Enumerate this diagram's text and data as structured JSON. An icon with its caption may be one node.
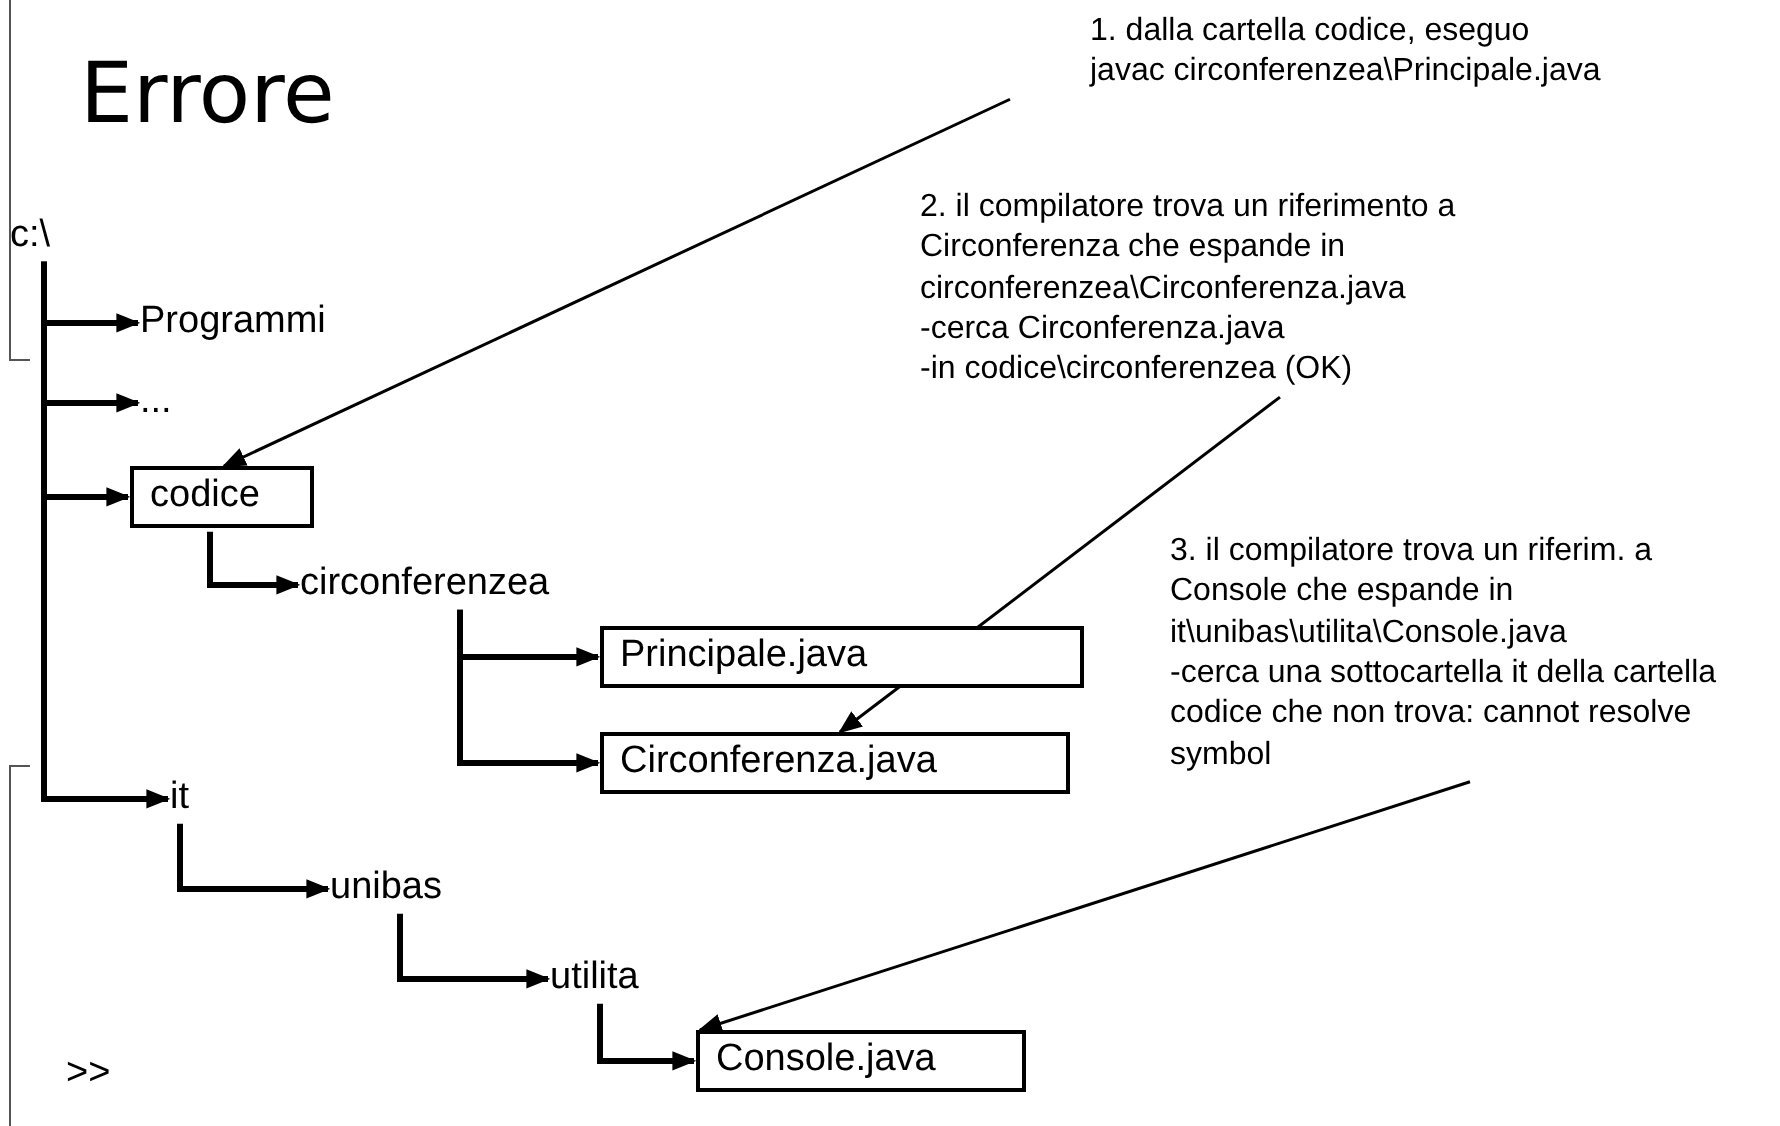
{
  "diagram": {
    "title": "Errore",
    "nodes": [
      {
        "text": [
          "c:\\"
        ]
      },
      {
        "text": [
          "Programmi"
        ]
      },
      {
        "text": [
          "..."
        ]
      },
      {
        "text": [
          "codice"
        ]
      },
      {
        "text": [
          "circonferenzea"
        ]
      },
      {
        "text": [
          "Principale.java"
        ]
      },
      {
        "text": [
          "Circonferenza.java"
        ]
      },
      {
        "text": [
          "it"
        ]
      },
      {
        "text": [
          "unibas"
        ]
      },
      {
        "text": [
          "utilita"
        ]
      },
      {
        "text": [
          "Console.java"
        ]
      },
      {
        "text": [
          "1. dalla cartella codice, eseguo",
          "javac circonferenzea\\Principale.java"
        ]
      },
      {
        "text": [
          "2. il compilatore trova un riferimento a Circonferenza che espande in circonferenzea\\Circonferenza.java",
          "-cerca Circonferenza.java",
          "-in codice\\circonferenzea (OK)"
        ]
      },
      {
        "text": [
          "3. il compilatore trova un riferim. a Console che espande in it\\unibas\\utilita\\Console.java",
          "-cerca una sottocartella it della cartella codice che non trova: cannot resolve symbol"
        ]
      }
    ],
    "edges": [
      {
        "from": 0,
        "to": 1,
        "arrow": "to"
      },
      {
        "from": 0,
        "to": 2,
        "arrow": "to"
      },
      {
        "from": 0,
        "to": 3,
        "arrow": "to"
      },
      {
        "from": 0,
        "to": 7,
        "arrow": "to"
      },
      {
        "from": 3,
        "to": 4,
        "arrow": "to"
      },
      {
        "from": 4,
        "to": 5,
        "arrow": "to"
      },
      {
        "from": 4,
        "to": 6,
        "arrow": "to"
      },
      {
        "from": 7,
        "to": 8,
        "arrow": "to"
      },
      {
        "from": 8,
        "to": 9,
        "arrow": "to"
      },
      {
        "from": 9,
        "to": 10,
        "arrow": "to"
      },
      {
        "from": 11,
        "to": 3,
        "arrow": "to"
      },
      {
        "from": 12,
        "to": 6,
        "arrow": "to"
      },
      {
        "from": 13,
        "to": 10,
        "arrow": "to"
      }
    ],
    "labels": [
      ">>"
    ]
  }
}
